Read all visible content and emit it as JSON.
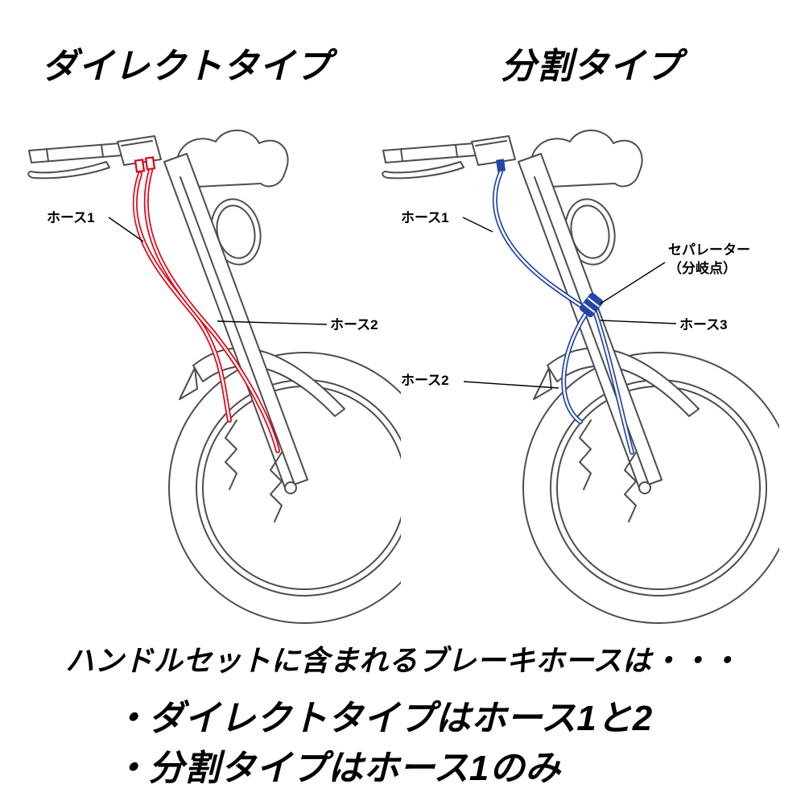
{
  "colors": {
    "direct_hose": "#e60012",
    "split_hose": "#2446a8",
    "outline": "#4d4d4d",
    "text": "#000000"
  },
  "diagrams": {
    "direct": {
      "title": "ダイレクトタイプ",
      "labels": {
        "hose1": "ホース1",
        "hose2": "ホース2"
      }
    },
    "split": {
      "title": "分割タイプ",
      "labels": {
        "hose1": "ホース1",
        "hose2": "ホース2",
        "hose3": "ホース3",
        "separator_line1": "セパレーター",
        "separator_line2": "（分岐点）"
      }
    }
  },
  "footer": {
    "intro": "ハンドルセットに含まれるブレーキホースは・・・",
    "bullet_direct": "・ダイレクトタイプはホース1と2",
    "bullet_split": "・分割タイプはホース1のみ"
  }
}
